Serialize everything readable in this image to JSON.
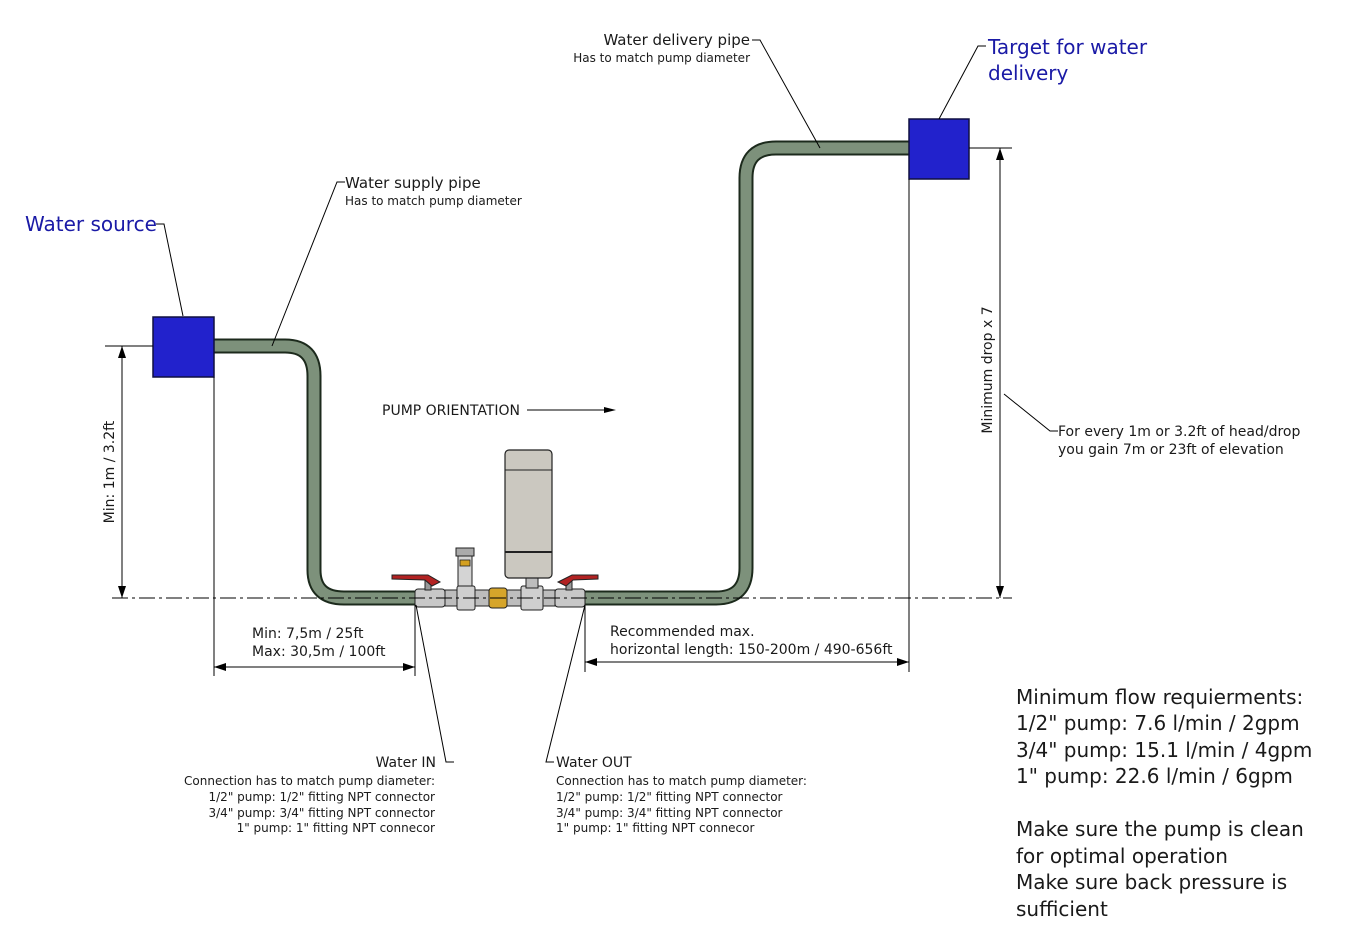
{
  "labels": {
    "water_source": "Water source",
    "target_line1": "Target for water",
    "target_line2": "delivery",
    "supply_pipe": "Water supply pipe",
    "supply_pipe_note": "Has to match pump diameter",
    "delivery_pipe": "Water delivery pipe",
    "delivery_pipe_note": "Has to match pump diameter",
    "pump_orientation": "PUMP ORIENTATION",
    "min_height": "Min: 1m / 3.2ft",
    "min_drop": "Minimum drop x 7",
    "head_note_line1": "For every 1m or 3.2ft of head/drop",
    "head_note_line2": "you gain 7m or 23ft of elevation",
    "supply_length_min": "Min: 7,5m / 25ft",
    "supply_length_max": "Max: 30,5m / 100ft",
    "recommended_line1": "Recommended max.",
    "recommended_line2": "horizontal length: 150-200m / 490-656ft"
  },
  "water_in": {
    "title": "Water IN",
    "lines": [
      "Connection has to match pump diameter:",
      "1/2\" pump: 1/2\" fitting NPT connector",
      "3/4\" pump: 3/4\" fitting NPT connector",
      "1\" pump: 1\" fitting NPT connecor"
    ]
  },
  "water_out": {
    "title": "Water OUT",
    "lines": [
      "Connection has to match pump diameter:",
      "1/2\" pump: 1/2\" fitting NPT connector",
      "3/4\" pump: 3/4\" fitting NPT connector",
      "1\" pump: 1\" fitting NPT connecor"
    ]
  },
  "requirements": {
    "title": "Minimum flow requierments:",
    "lines": [
      "1/2\" pump: 7.6 l/min / 2gpm",
      "3/4\" pump: 15.1 l/min / 4gpm",
      "1\" pump: 22.6 l/min / 6gpm"
    ],
    "notes": [
      "Make sure the pump is clean",
      "for optimal operation",
      "Make sure back pressure is",
      "sufficient"
    ]
  },
  "colors": {
    "label_blue": "#1a1aa6",
    "tank_blue": "#2222cc",
    "pipe_green": "#7d917b"
  }
}
